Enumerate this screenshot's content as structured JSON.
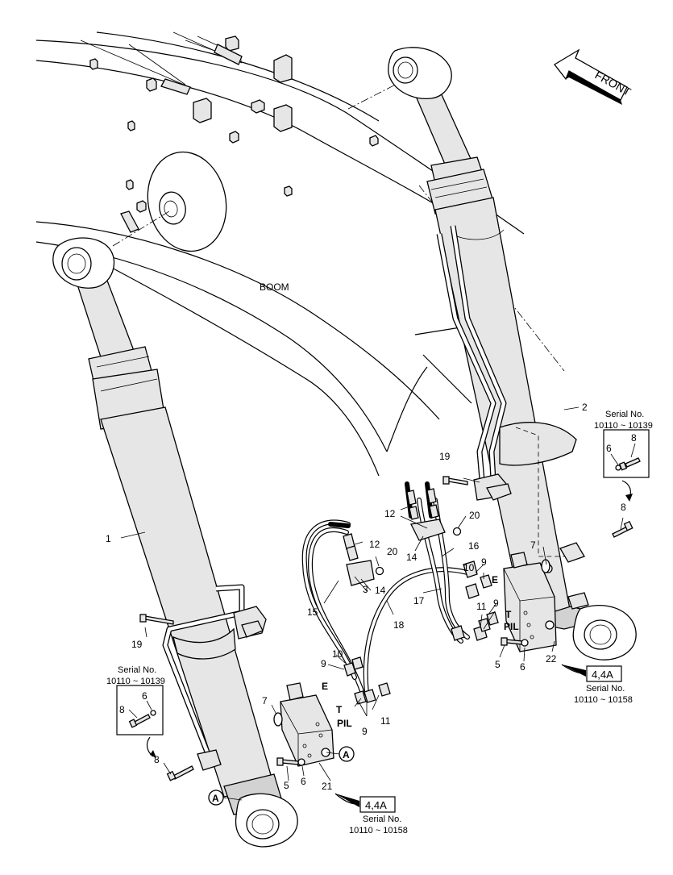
{
  "title": "",
  "boom_label": "BOOM",
  "front_label": "FRONT",
  "callouts": {
    "c1": "1",
    "c2": "2",
    "c3": "3",
    "c5l": "5",
    "c5r": "5",
    "c6l": "6",
    "c6r": "6",
    "c7l": "7",
    "c7r": "7",
    "c8l": "8",
    "c8r": "8",
    "c9a": "9",
    "c9b": "9",
    "c9c": "9",
    "c9d": "9",
    "c10l": "10",
    "c10r": "10",
    "c11l": "11",
    "c11r": "11",
    "c12l": "12",
    "c12r": "12",
    "c14l": "14",
    "c14r": "14",
    "c15": "15",
    "c16": "16",
    "c17": "17",
    "c18": "18",
    "c19l": "19",
    "c19r": "19",
    "c20l": "20",
    "c20r": "20",
    "c21": "21",
    "c22": "22"
  },
  "ports": {
    "e_left": "E",
    "t_left": "T",
    "pil_left": "PIL",
    "e_right": "E",
    "t_right": "T",
    "pil_right": "PIL"
  },
  "detail_marker": "A",
  "inset_right": {
    "serial_label": "Serial No.",
    "serial_range": "10110 ~ 10139",
    "n6": "6",
    "n8": "8"
  },
  "inset_left": {
    "serial_label": "Serial No.",
    "serial_range": "10110 ~ 10139",
    "n6": "6",
    "n8": "8"
  },
  "ref_left": {
    "box": "4,4A",
    "serial_label": "Serial No.",
    "serial_range": "10110 ~ 10158"
  },
  "ref_right": {
    "box": "4,4A",
    "serial_label": "Serial No.",
    "serial_range": "10110 ~ 10158"
  }
}
